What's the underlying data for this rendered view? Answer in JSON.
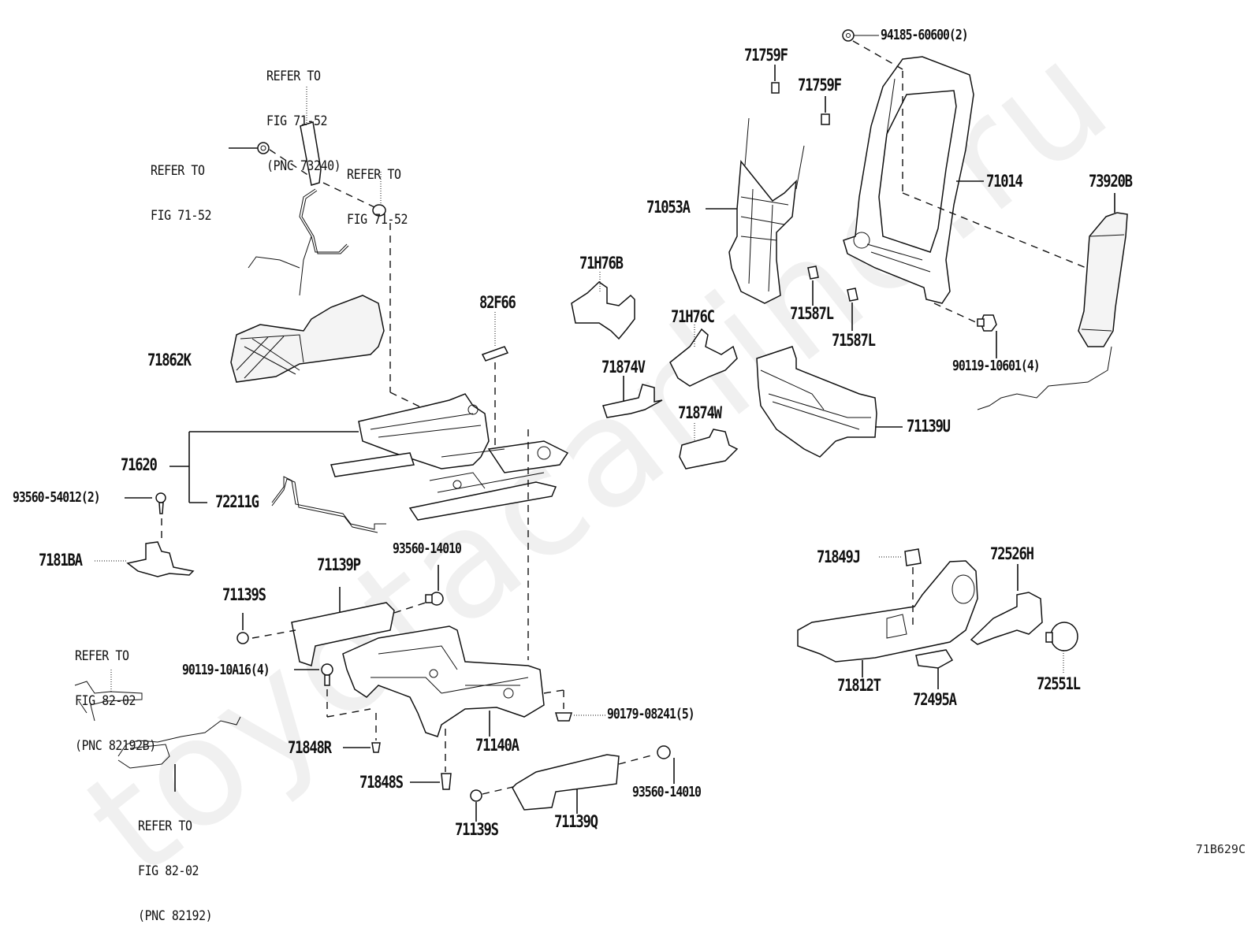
{
  "diagram": {
    "title": "Front Seat Frame & Seat Track Parts Diagram",
    "figure_code": "71B629C",
    "watermark": "toyotacarline.ru",
    "references": [
      {
        "id": "ref-seatbelt-buckle",
        "lines": [
          "REFER TO",
          "FIG 71-52",
          "(PNC 73240)"
        ]
      },
      {
        "id": "ref-left-washer",
        "lines": [
          "REFER TO",
          "FIG 71-52"
        ]
      },
      {
        "id": "ref-right-washer",
        "lines": [
          "REFER TO",
          "FIG 71-52"
        ]
      },
      {
        "id": "ref-harness-b",
        "lines": [
          "REFER TO",
          "FIG 82-02",
          "(PNC 82192B)"
        ]
      },
      {
        "id": "ref-harness",
        "lines": [
          "REFER TO",
          "FIG 82-02",
          "(PNC 82192)"
        ]
      }
    ],
    "parts": [
      {
        "id": "94185-60600",
        "label": "94185-60600(2)",
        "qty": 2,
        "desc": "nut"
      },
      {
        "id": "71759F-1",
        "label": "71759F",
        "desc": "clip"
      },
      {
        "id": "71759F-2",
        "label": "71759F",
        "desc": "clip"
      },
      {
        "id": "71014",
        "label": "71014",
        "desc": "seatback frame"
      },
      {
        "id": "73920B",
        "label": "73920B",
        "desc": "side airbag assembly"
      },
      {
        "id": "71053A",
        "label": "71053A",
        "desc": "seatback spring"
      },
      {
        "id": "71587L-1",
        "label": "71587L",
        "desc": "clip"
      },
      {
        "id": "71587L-2",
        "label": "71587L",
        "desc": "clip"
      },
      {
        "id": "90119-10601",
        "label": "90119-10601(4)",
        "qty": 4,
        "desc": "bolt"
      },
      {
        "id": "71H76B",
        "label": "71H76B",
        "desc": "bracket"
      },
      {
        "id": "71H76C",
        "label": "71H76C",
        "desc": "bracket"
      },
      {
        "id": "82F66",
        "label": "82F66",
        "desc": "connector"
      },
      {
        "id": "71874V",
        "label": "71874V",
        "desc": "bracket"
      },
      {
        "id": "71874W",
        "label": "71874W",
        "desc": "bracket"
      },
      {
        "id": "71139U",
        "label": "71139U",
        "desc": "shield"
      },
      {
        "id": "71862K",
        "label": "71862K",
        "desc": "seat cushion pan"
      },
      {
        "id": "71620",
        "label": "71620",
        "desc": "seat adjuster assembly"
      },
      {
        "id": "72211G",
        "label": "72211G",
        "desc": "lever rod"
      },
      {
        "id": "93560-54012",
        "label": "93560-54012(2)",
        "qty": 2,
        "desc": "screw"
      },
      {
        "id": "7181BA",
        "label": "7181BA",
        "desc": "bracket"
      },
      {
        "id": "71139P",
        "label": "71139P",
        "desc": "cover"
      },
      {
        "id": "93560-14010-1",
        "label": "93560-14010",
        "desc": "screw"
      },
      {
        "id": "71139S-1",
        "label": "71139S",
        "desc": "clip"
      },
      {
        "id": "90119-10A16",
        "label": "90119-10A16(4)",
        "qty": 4,
        "desc": "bolt"
      },
      {
        "id": "71140A",
        "label": "71140A",
        "desc": "lifter frame"
      },
      {
        "id": "90179-08241",
        "label": "90179-08241(5)",
        "qty": 5,
        "desc": "nut"
      },
      {
        "id": "71848R",
        "label": "71848R",
        "desc": "rivet"
      },
      {
        "id": "71848S",
        "label": "71848S",
        "desc": "bolt"
      },
      {
        "id": "71139S-2",
        "label": "71139S",
        "desc": "clip"
      },
      {
        "id": "71139Q",
        "label": "71139Q",
        "desc": "cover"
      },
      {
        "id": "93560-14010-2",
        "label": "93560-14010",
        "desc": "screw"
      },
      {
        "id": "71849J",
        "label": "71849J",
        "desc": "pad"
      },
      {
        "id": "71812T",
        "label": "71812T",
        "desc": "shield"
      },
      {
        "id": "72526H",
        "label": "72526H",
        "desc": "recliner knob"
      },
      {
        "id": "72495A",
        "label": "72495A",
        "desc": "knob"
      },
      {
        "id": "72551L",
        "label": "72551L",
        "desc": "cap"
      }
    ]
  }
}
